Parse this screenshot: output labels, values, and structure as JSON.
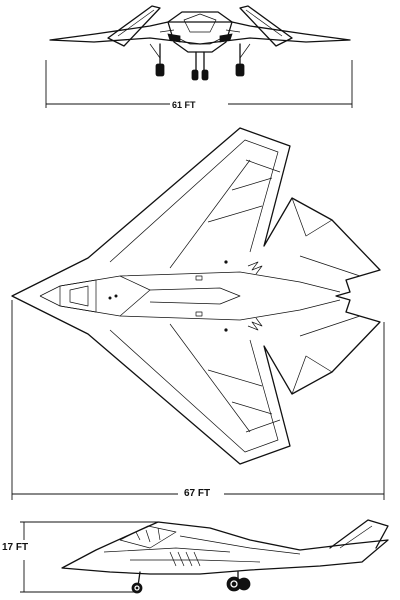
{
  "figure": {
    "dimensions": {
      "wingspan": "61 FT",
      "length": "67 FT",
      "height": "17 FT"
    }
  }
}
